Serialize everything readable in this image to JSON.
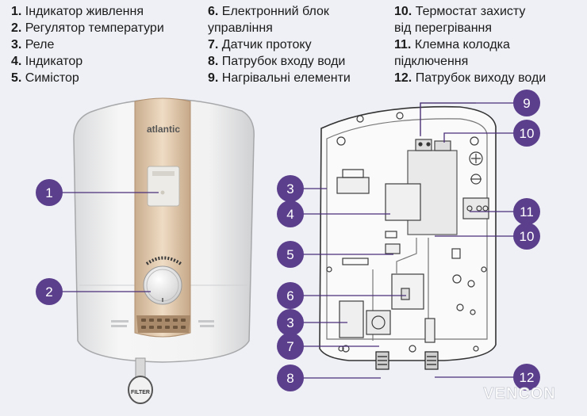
{
  "legend": {
    "col1": [
      {
        "num": "1.",
        "text": "Індикатор живлення"
      },
      {
        "num": "2.",
        "text": "Регулятор температури"
      },
      {
        "num": "3.",
        "text": "Реле"
      },
      {
        "num": "4.",
        "text": "Індикатор"
      },
      {
        "num": "5.",
        "text": "Симістор"
      }
    ],
    "col2": [
      {
        "num": "6.",
        "text": "Електронний блок\nуправління"
      },
      {
        "num": "7.",
        "text": "Датчик протоку"
      },
      {
        "num": "8.",
        "text": "Патрубок входу води"
      },
      {
        "num": "9.",
        "text": "Нагрівальні елементи"
      }
    ],
    "col3": [
      {
        "num": "10.",
        "text": "Термостат захисту\nвід перегрівання"
      },
      {
        "num": "11.",
        "text": "Клемна колодка\nпідключення"
      },
      {
        "num": "12.",
        "text": "Патрубок виходу води"
      }
    ]
  },
  "callouts": [
    "1",
    "2",
    "3",
    "4",
    "5",
    "6",
    "3",
    "7",
    "8",
    "9",
    "10",
    "11",
    "10",
    "12"
  ],
  "device": {
    "brand": "atlantic",
    "filter_label": "FILTER"
  },
  "watermark": "VENCON",
  "colors": {
    "callout_fill": "#5b3f8c",
    "leader_line": "#4a2f7a",
    "background": "#eef0f6"
  }
}
